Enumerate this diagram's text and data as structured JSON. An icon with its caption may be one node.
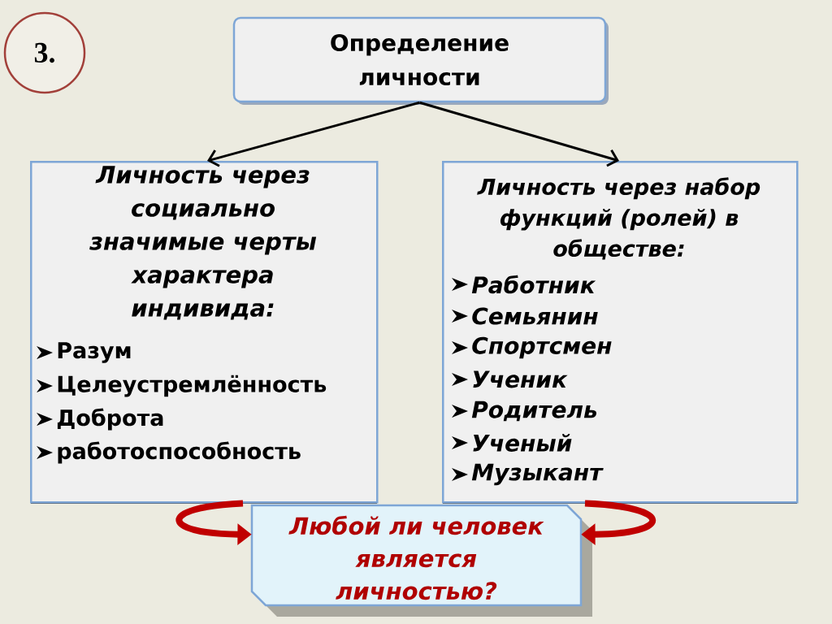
{
  "diagram": {
    "nodes": [
      {
        "text": [
          "3."
        ]
      },
      {
        "text": [
          "Определение личности"
        ]
      },
      {
        "text": [
          "Личность через социально значимые черты характера индивида:",
          "Разум",
          "Целеустремлённость",
          "Доброта",
          "работоспособность"
        ]
      },
      {
        "text": [
          "Личность через набор функций (ролей) в обществе:",
          "Работник",
          "Семьянин",
          "Спортсмен",
          "Ученик",
          "Родитель",
          "Ученый",
          "Музыкант"
        ]
      },
      {
        "text": [
          "Любой ли человек является личностью?"
        ]
      }
    ],
    "edges": [
      {
        "from": 1,
        "to": 2,
        "arrow": "to"
      },
      {
        "from": 1,
        "to": 3,
        "arrow": "to"
      },
      {
        "from": 2,
        "to": 4,
        "arrow": "to",
        "style": "thick",
        "color": "#c00000"
      },
      {
        "from": 3,
        "to": 4,
        "arrow": "to",
        "style": "thick",
        "color": "#c00000"
      }
    ]
  }
}
